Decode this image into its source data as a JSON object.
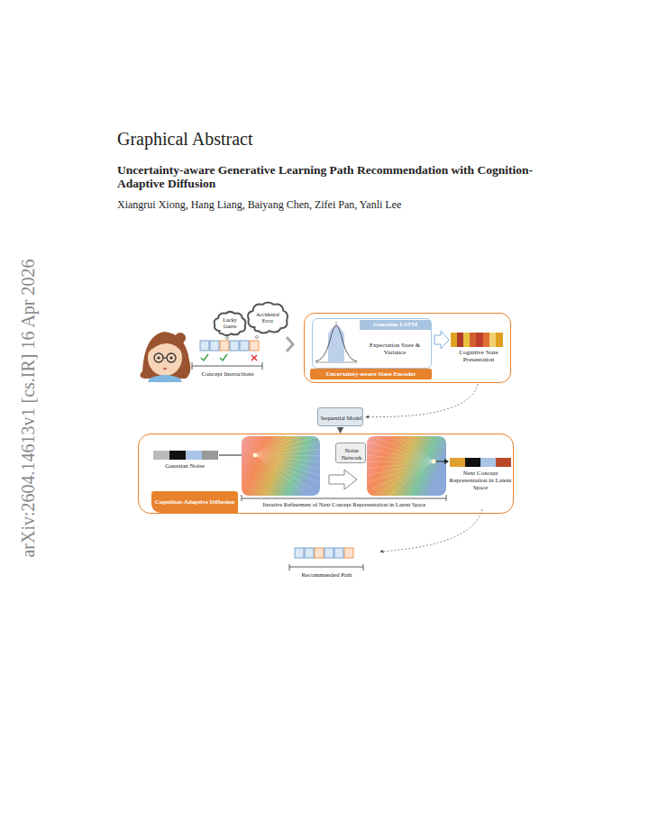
{
  "diagram": {
    "title": "Graphical Abstract",
    "nodes": [
      {
        "text": [
          "Lucky Guess"
        ]
      },
      {
        "text": [
          "Accidental Error"
        ]
      },
      {
        "text": [
          "Uncertainty-aware State Encoder"
        ]
      },
      {
        "text": [
          "Gaussian LSTM",
          "Expectation State & Variance"
        ],
        "in": 2
      },
      {
        "text": [
          "Sequential Model"
        ]
      },
      {
        "text": [
          "Cognition-Adaptive Diffusion"
        ]
      },
      {
        "text": [
          "Noise Network"
        ],
        "in": 5
      }
    ],
    "edges": [
      {
        "from": 2,
        "to": 4,
        "arrow": "to"
      },
      {
        "from": 4,
        "to": 5,
        "arrow": "to"
      }
    ],
    "labels": [
      "Uncertainty-aware Generative Learning Path Recommendation with Cognition-Adaptive Diffusion",
      "Xiangrui Xiong, Hang Liang, Baiyang Chen, Zifei Pan, Yanli Lee",
      "arXiv:2604.14613v1 [cs.IR] 16 Apr 2026",
      "Concept Interactions",
      "Cognitive State Presentation",
      "Gaussian Noise",
      "Iterative Refinement of Next Concept Representation in Latent Space",
      "Next Concept Representation in Latent Space",
      "Recommended Path"
    ]
  }
}
